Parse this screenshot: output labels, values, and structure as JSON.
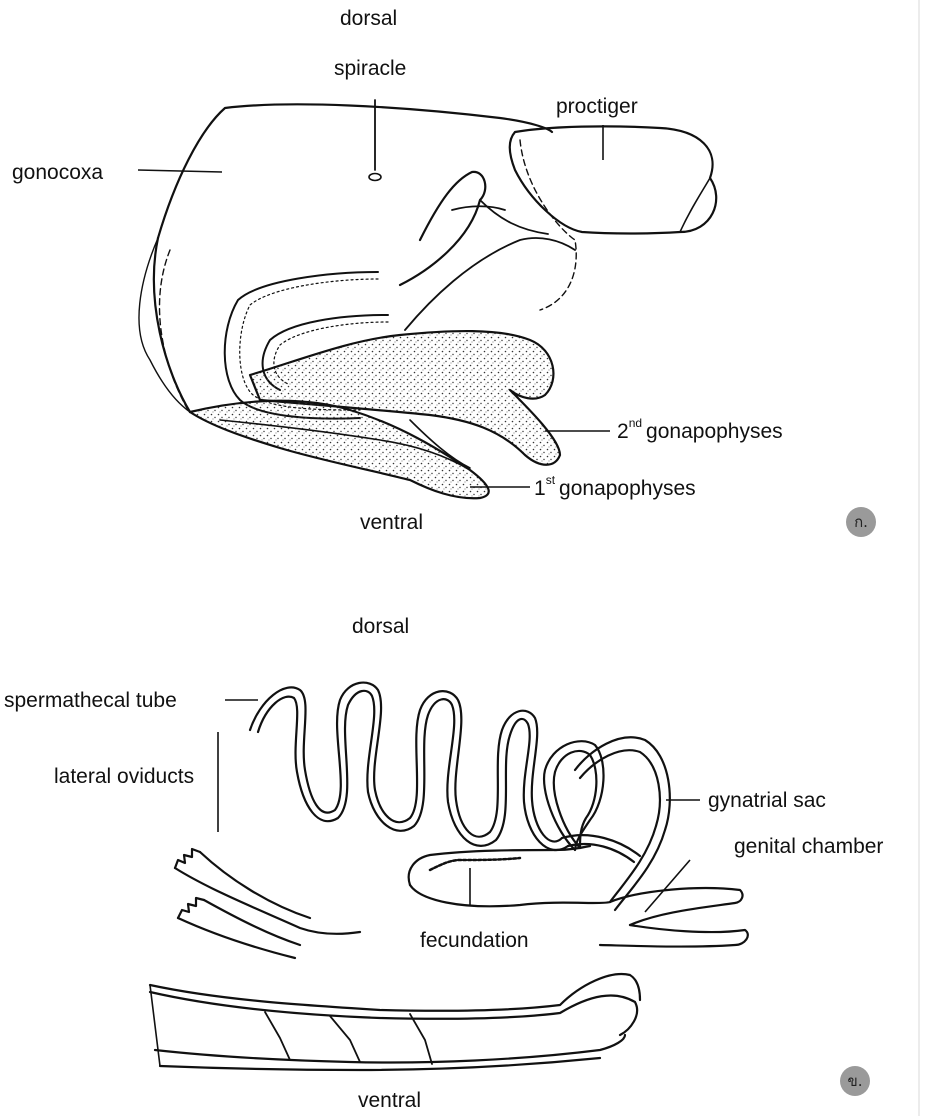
{
  "panel_a": {
    "top_label": "dorsal",
    "bottom_label": "ventral",
    "badge": "ก.",
    "labels": {
      "spiracle": "spiracle",
      "proctiger": "proctiger",
      "gonocoxa": "gonocoxa",
      "second_num": "2",
      "second_sup": "nd",
      "second_text": "gonapophyses",
      "first_num": "1",
      "first_sup": "st",
      "first_text": "gonapophyses"
    }
  },
  "panel_b": {
    "top_label": "dorsal",
    "bottom_label": "ventral",
    "badge": "ข.",
    "labels": {
      "spermathecal_tube": "spermathecal tube",
      "lateral_oviducts": "lateral oviducts",
      "gynatrial_sac": "gynatrial sac",
      "genital_chamber": "genital chamber",
      "fecundation": "fecundation"
    }
  }
}
